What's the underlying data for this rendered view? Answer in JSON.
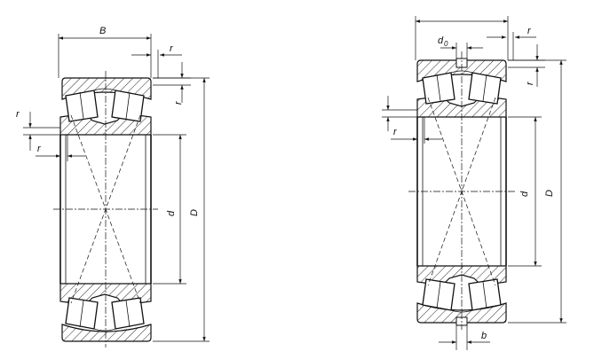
{
  "left_bearing": {
    "labels": {
      "width": "B",
      "radius_top": "r",
      "radius_side": "r",
      "radius_left_top": "r",
      "radius_left_bottom": "r",
      "bore": "d",
      "outer": "D"
    }
  },
  "right_bearing": {
    "labels": {
      "groove_diameter": "d",
      "groove_subscript": "0",
      "radius_top": "r",
      "radius_side": "r",
      "radius_left": "r",
      "bore": "d",
      "outer": "D",
      "groove_width": "b"
    }
  }
}
